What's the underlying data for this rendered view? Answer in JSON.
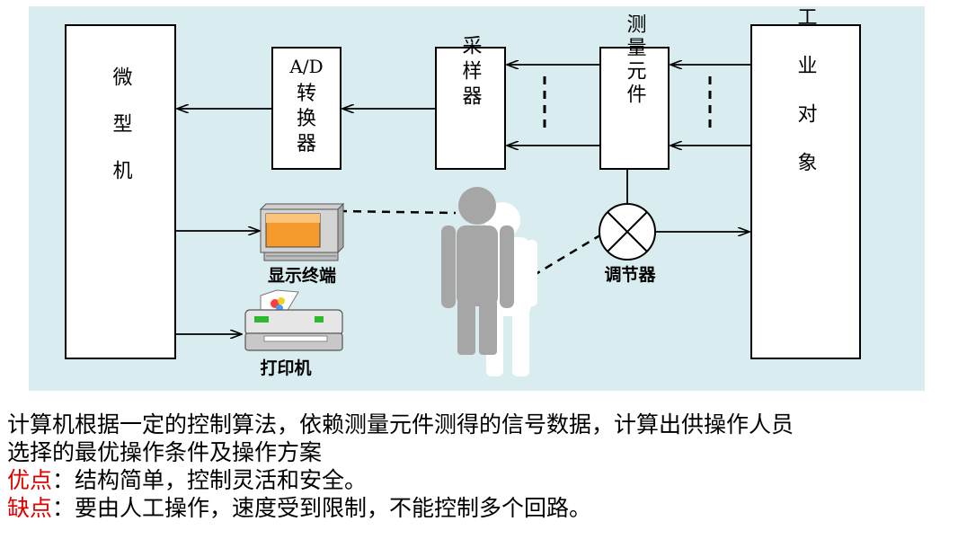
{
  "diagram": {
    "boxes": {
      "micro": "微型机",
      "adc": [
        "A/D",
        "转",
        "换",
        "器"
      ],
      "sampler": "采样器",
      "sensor": "测量元件",
      "plant": "工业对象"
    },
    "captions": {
      "display": "显示终端",
      "printer": "打印机",
      "regulator": "调节器"
    },
    "colors": {
      "panel_background": "#d9ecef",
      "box_fill": "#ffffff",
      "person_gray": "#a6a6a6",
      "monitor_screen": "#f59a2c",
      "printer_green": "#2eb82e"
    }
  },
  "text": {
    "line1": "计算机根据一定的控制算法，依赖测量元件测得的信号数据，计算出供操作人员",
    "line2": "选择的最优操作条件及操作方案",
    "advantage_label": "优点",
    "advantage_text": "：结构简单，控制灵活和安全。",
    "disadvantage_label": "缺点",
    "disadvantage_text": "：要由人工操作，速度受到限制，不能控制多个回路。",
    "highlight_color": "#e00000"
  }
}
